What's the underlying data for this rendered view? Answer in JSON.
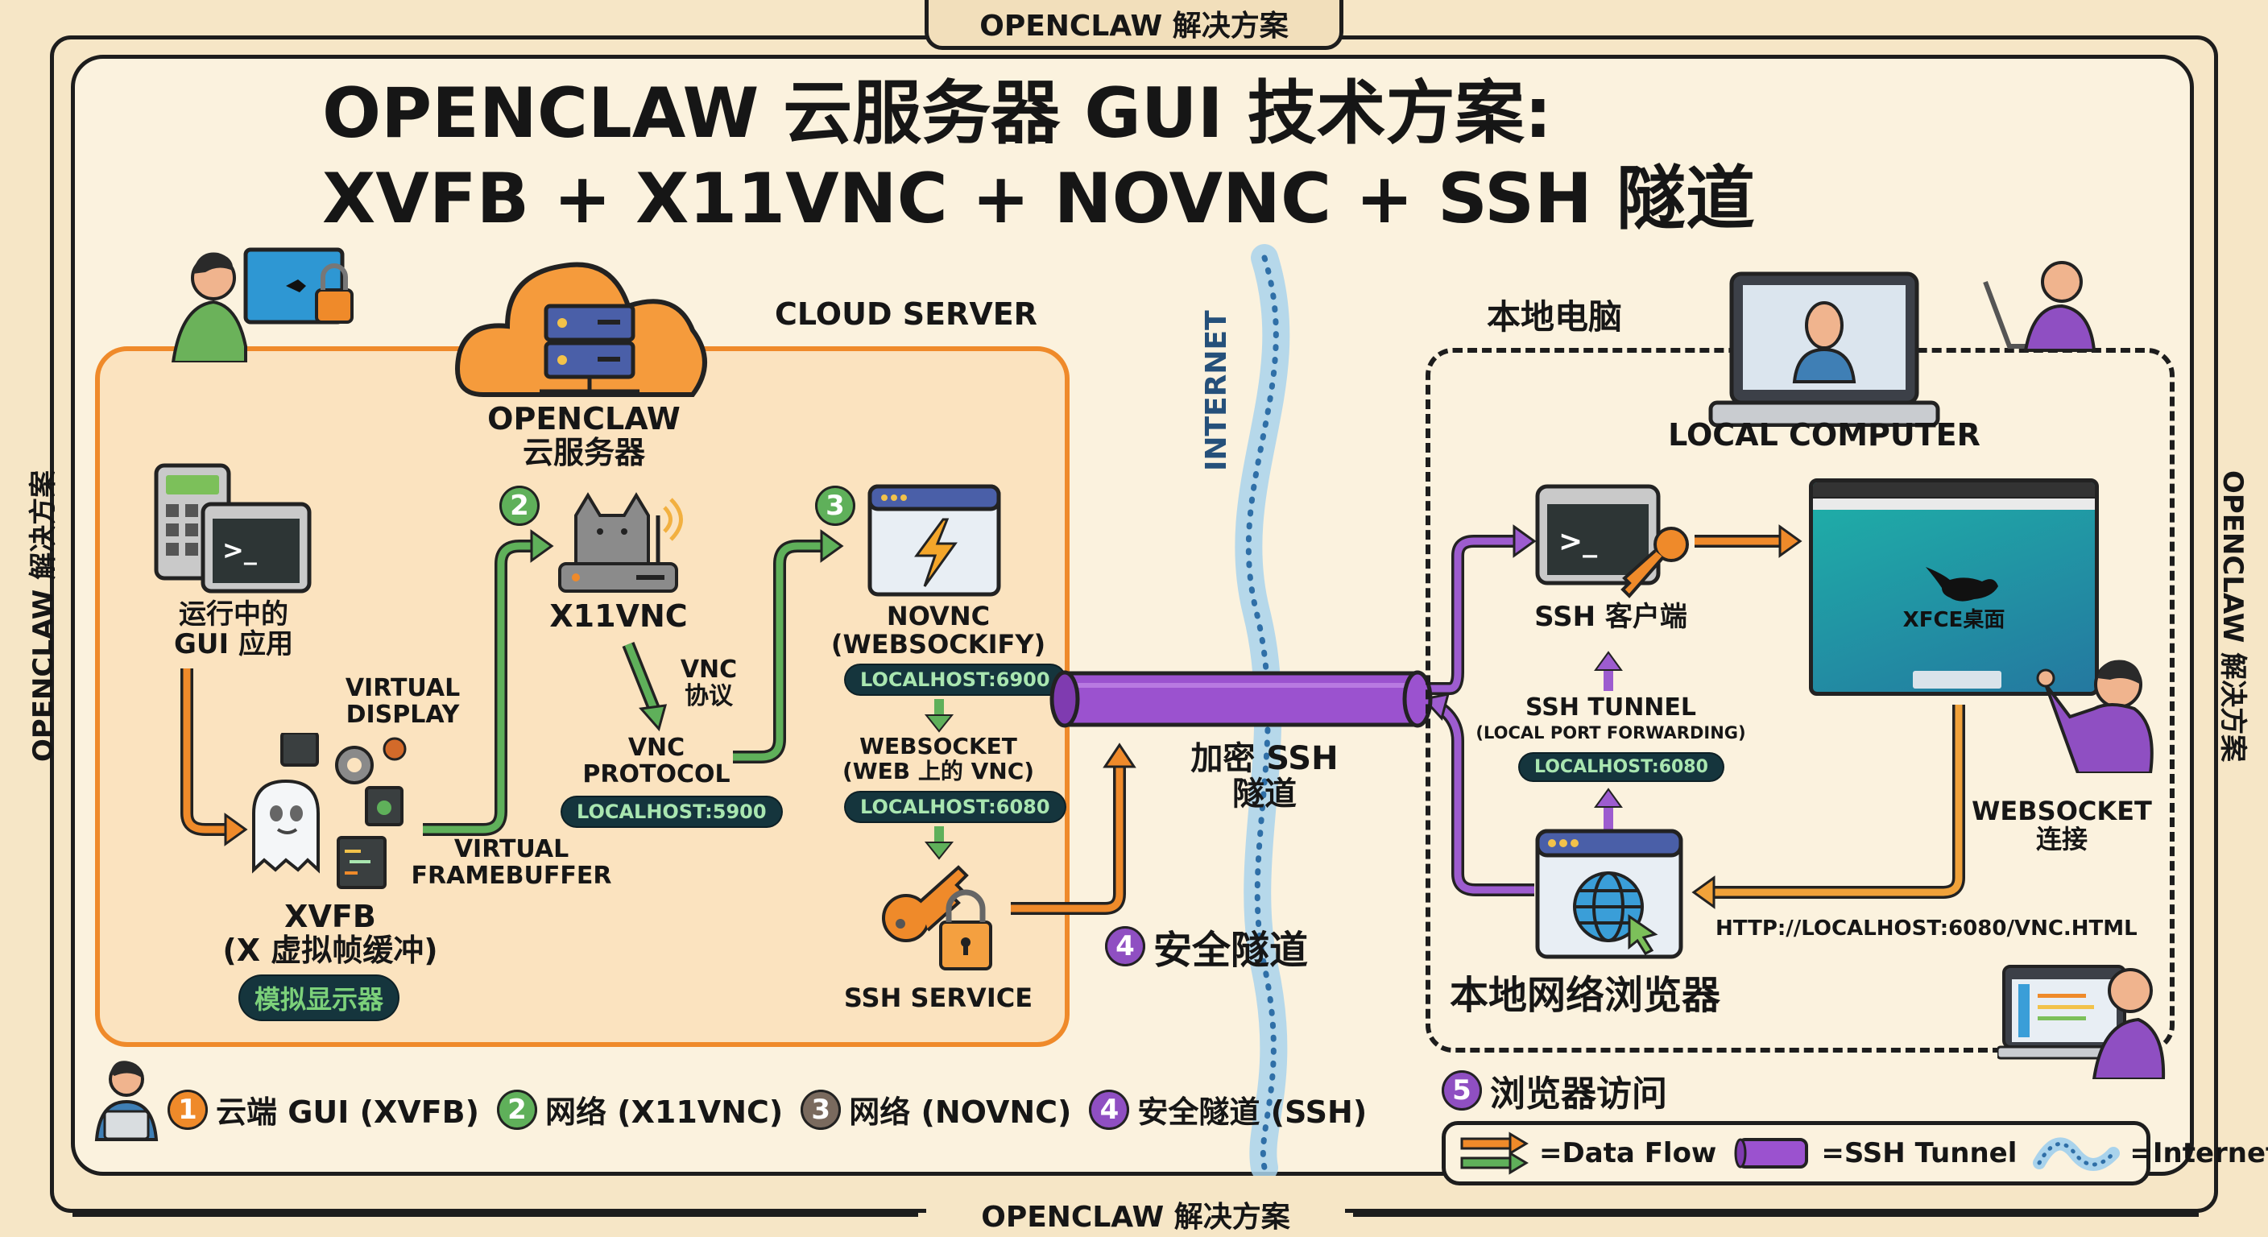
{
  "frame": {
    "tab_label": "OPENCLAW 解决方案",
    "footer_label": "OPENCLAW 解决方案",
    "side_left_label": "OPENCLAW 解决方案",
    "side_right_label": "OPENCLAW 解决方案"
  },
  "title": {
    "line1": "OPENCLAW 云服务器 GUI 技术方案:",
    "line2": "XVFB + X11VNC + NOVNC + SSH 隧道"
  },
  "cloud": {
    "zone_label": "CLOUD SERVER",
    "server_label_line1": "OPENCLAW",
    "server_label_line2": "云服务器",
    "gui_app_line1": "运行中的",
    "gui_app_line2": "GUI 应用",
    "virtual_display_line1": "VIRTUAL",
    "virtual_display_line2": "DISPLAY",
    "virtual_fb_line1": "VIRTUAL",
    "virtual_fb_line2": "FRAMEBUFFER",
    "xvfb_line1": "XVFB",
    "xvfb_line2": "(X 虚拟帧缓冲)",
    "xvfb_pill": "模拟显示器",
    "x11vnc_badge": "2",
    "x11vnc_label": "X11VNC",
    "vnc_cn_line1": "VNC",
    "vnc_cn_line2": "协议",
    "vnc_protocol_line1": "VNC",
    "vnc_protocol_line2": "PROTOCOL",
    "vnc_pill": "LOCALHOST:5900",
    "novnc_badge": "3",
    "novnc_line1": "NOVNC",
    "novnc_line2": "(WEBSOCKIFY)",
    "novnc_pill": "LOCALHOST:6900",
    "websocket_line1": "WEBSOCKET",
    "websocket_line2": "(WEB 上的 VNC)",
    "websocket_pill": "LOCALHOST:6080",
    "ssh_service_label": "SSH SERVICE"
  },
  "middle": {
    "internet_label": "INTERNET",
    "tunnel_line1": "加密 SSH",
    "tunnel_line2": "隧道",
    "secure_badge": "4",
    "secure_label": "安全隧道"
  },
  "local": {
    "zone_label": "本地电脑",
    "computer_label": "LOCAL COMPUTER",
    "ssh_client_label": "SSH 客户端",
    "ssh_tunnel_line1": "SSH TUNNEL",
    "ssh_tunnel_line2": "(LOCAL PORT FORWARDING)",
    "ssh_tunnel_pill": "LOCALHOST:6080",
    "xfce_label": "XFCE桌面",
    "websocket_line1": "WEBSOCKET",
    "websocket_line2": "连接",
    "url_label": "HTTP://LOCALHOST:6080/VNC.HTML",
    "browser_label": "本地网络浏览器"
  },
  "steps": [
    {
      "num": "1",
      "label": "云端 GUI (XVFB)",
      "color": "#ef8a2a"
    },
    {
      "num": "2",
      "label": "网络 (X11VNC)",
      "color": "#5fb05a"
    },
    {
      "num": "3",
      "label": "网络 (NOVNC)",
      "color": "#7a6a5e"
    },
    {
      "num": "4",
      "label": "安全隧道 (SSH)",
      "color": "#8f4fc2"
    },
    {
      "num": "5",
      "label": "浏览器访问",
      "color": "#8f4fc2"
    }
  ],
  "legend": {
    "data_flow": "=Data Flow",
    "ssh_tunnel": "=SSH Tunnel",
    "internet": "=Internet"
  },
  "colors": {
    "orange": "#ef8a2a",
    "green": "#5fb05a",
    "purple": "#8f4fc2",
    "internet_blue": "#9ccbe6",
    "pill_bg": "#15353d",
    "pill_text": "#a9e6b0"
  }
}
